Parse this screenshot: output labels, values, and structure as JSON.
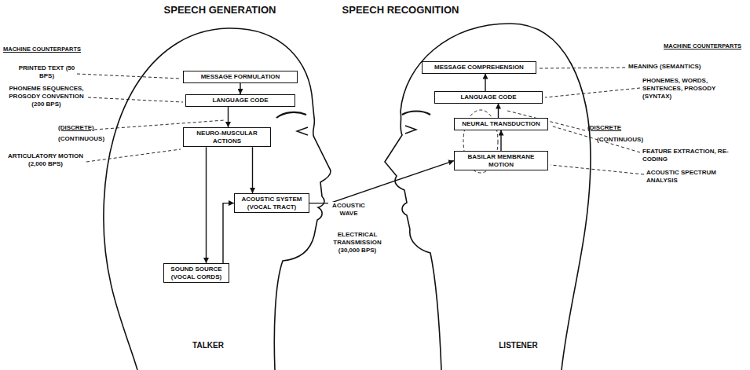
{
  "diagram": {
    "nodes": [
      {
        "text": [
          "MESSAGE FORMULATION"
        ]
      },
      {
        "text": [
          "LANGUAGE CODE"
        ]
      },
      {
        "text": [
          "NEURO-MUSCULAR ACTIONS"
        ]
      },
      {
        "text": [
          "ACOUSTIC SYSTEM (VOCAL TRACT)"
        ]
      },
      {
        "text": [
          "SOUND SOURCE (VOCAL CORDS)"
        ]
      },
      {
        "text": [
          "MESSAGE COMPREHENSION"
        ]
      },
      {
        "text": [
          "LANGUAGE CODE"
        ]
      },
      {
        "text": [
          "NEURAL TRANSDUCTION"
        ]
      },
      {
        "text": [
          "BASILAR MEMBRANE MOTION"
        ]
      }
    ],
    "edges": [
      {
        "from": 0,
        "to": 1,
        "arrow": "to"
      },
      {
        "from": 1,
        "to": 2,
        "arrow": "to"
      },
      {
        "from": 2,
        "to": 4,
        "arrow": "to"
      },
      {
        "from": 2,
        "to": 3,
        "arrow": "to"
      },
      {
        "from": 4,
        "to": 3,
        "arrow": "to"
      },
      {
        "from": 3,
        "to": 8,
        "label": "ACOUSTIC WAVE",
        "arrow": "to"
      },
      {
        "from": 8,
        "to": 7,
        "arrow": "to"
      },
      {
        "from": 7,
        "to": 6,
        "arrow": "to"
      },
      {
        "from": 6,
        "to": 5,
        "arrow": "to"
      }
    ],
    "labels": [
      "SPEECH GENERATION",
      "SPEECH RECOGNITION",
      "MACHINE COUNTERPARTS",
      "PRINTED TEXT (50 BPS)",
      "PHONEME SEQUENCES, PROSODY CONVENTION (200 BPS)",
      "(DISCRETE)",
      "(CONTINUOUS)",
      "ARTICULATORY MOTION (2,000 BPS)",
      "ELECTRICAL TRANSMISSION (30,000 BPS)",
      "TALKER",
      "MACHINE COUNTERPARTS",
      "MEANING (SEMANTICS)",
      "PHONEMES, WORDS, SENTENCES, PROSODY (SYNTAX)",
      "(DISCRETE",
      "(CONTINUOUS)",
      "FEATURE EXTRACTION, RE-CODING",
      "ACOUSTIC SPECTRUM ANALYSIS",
      "LISTENER"
    ]
  }
}
